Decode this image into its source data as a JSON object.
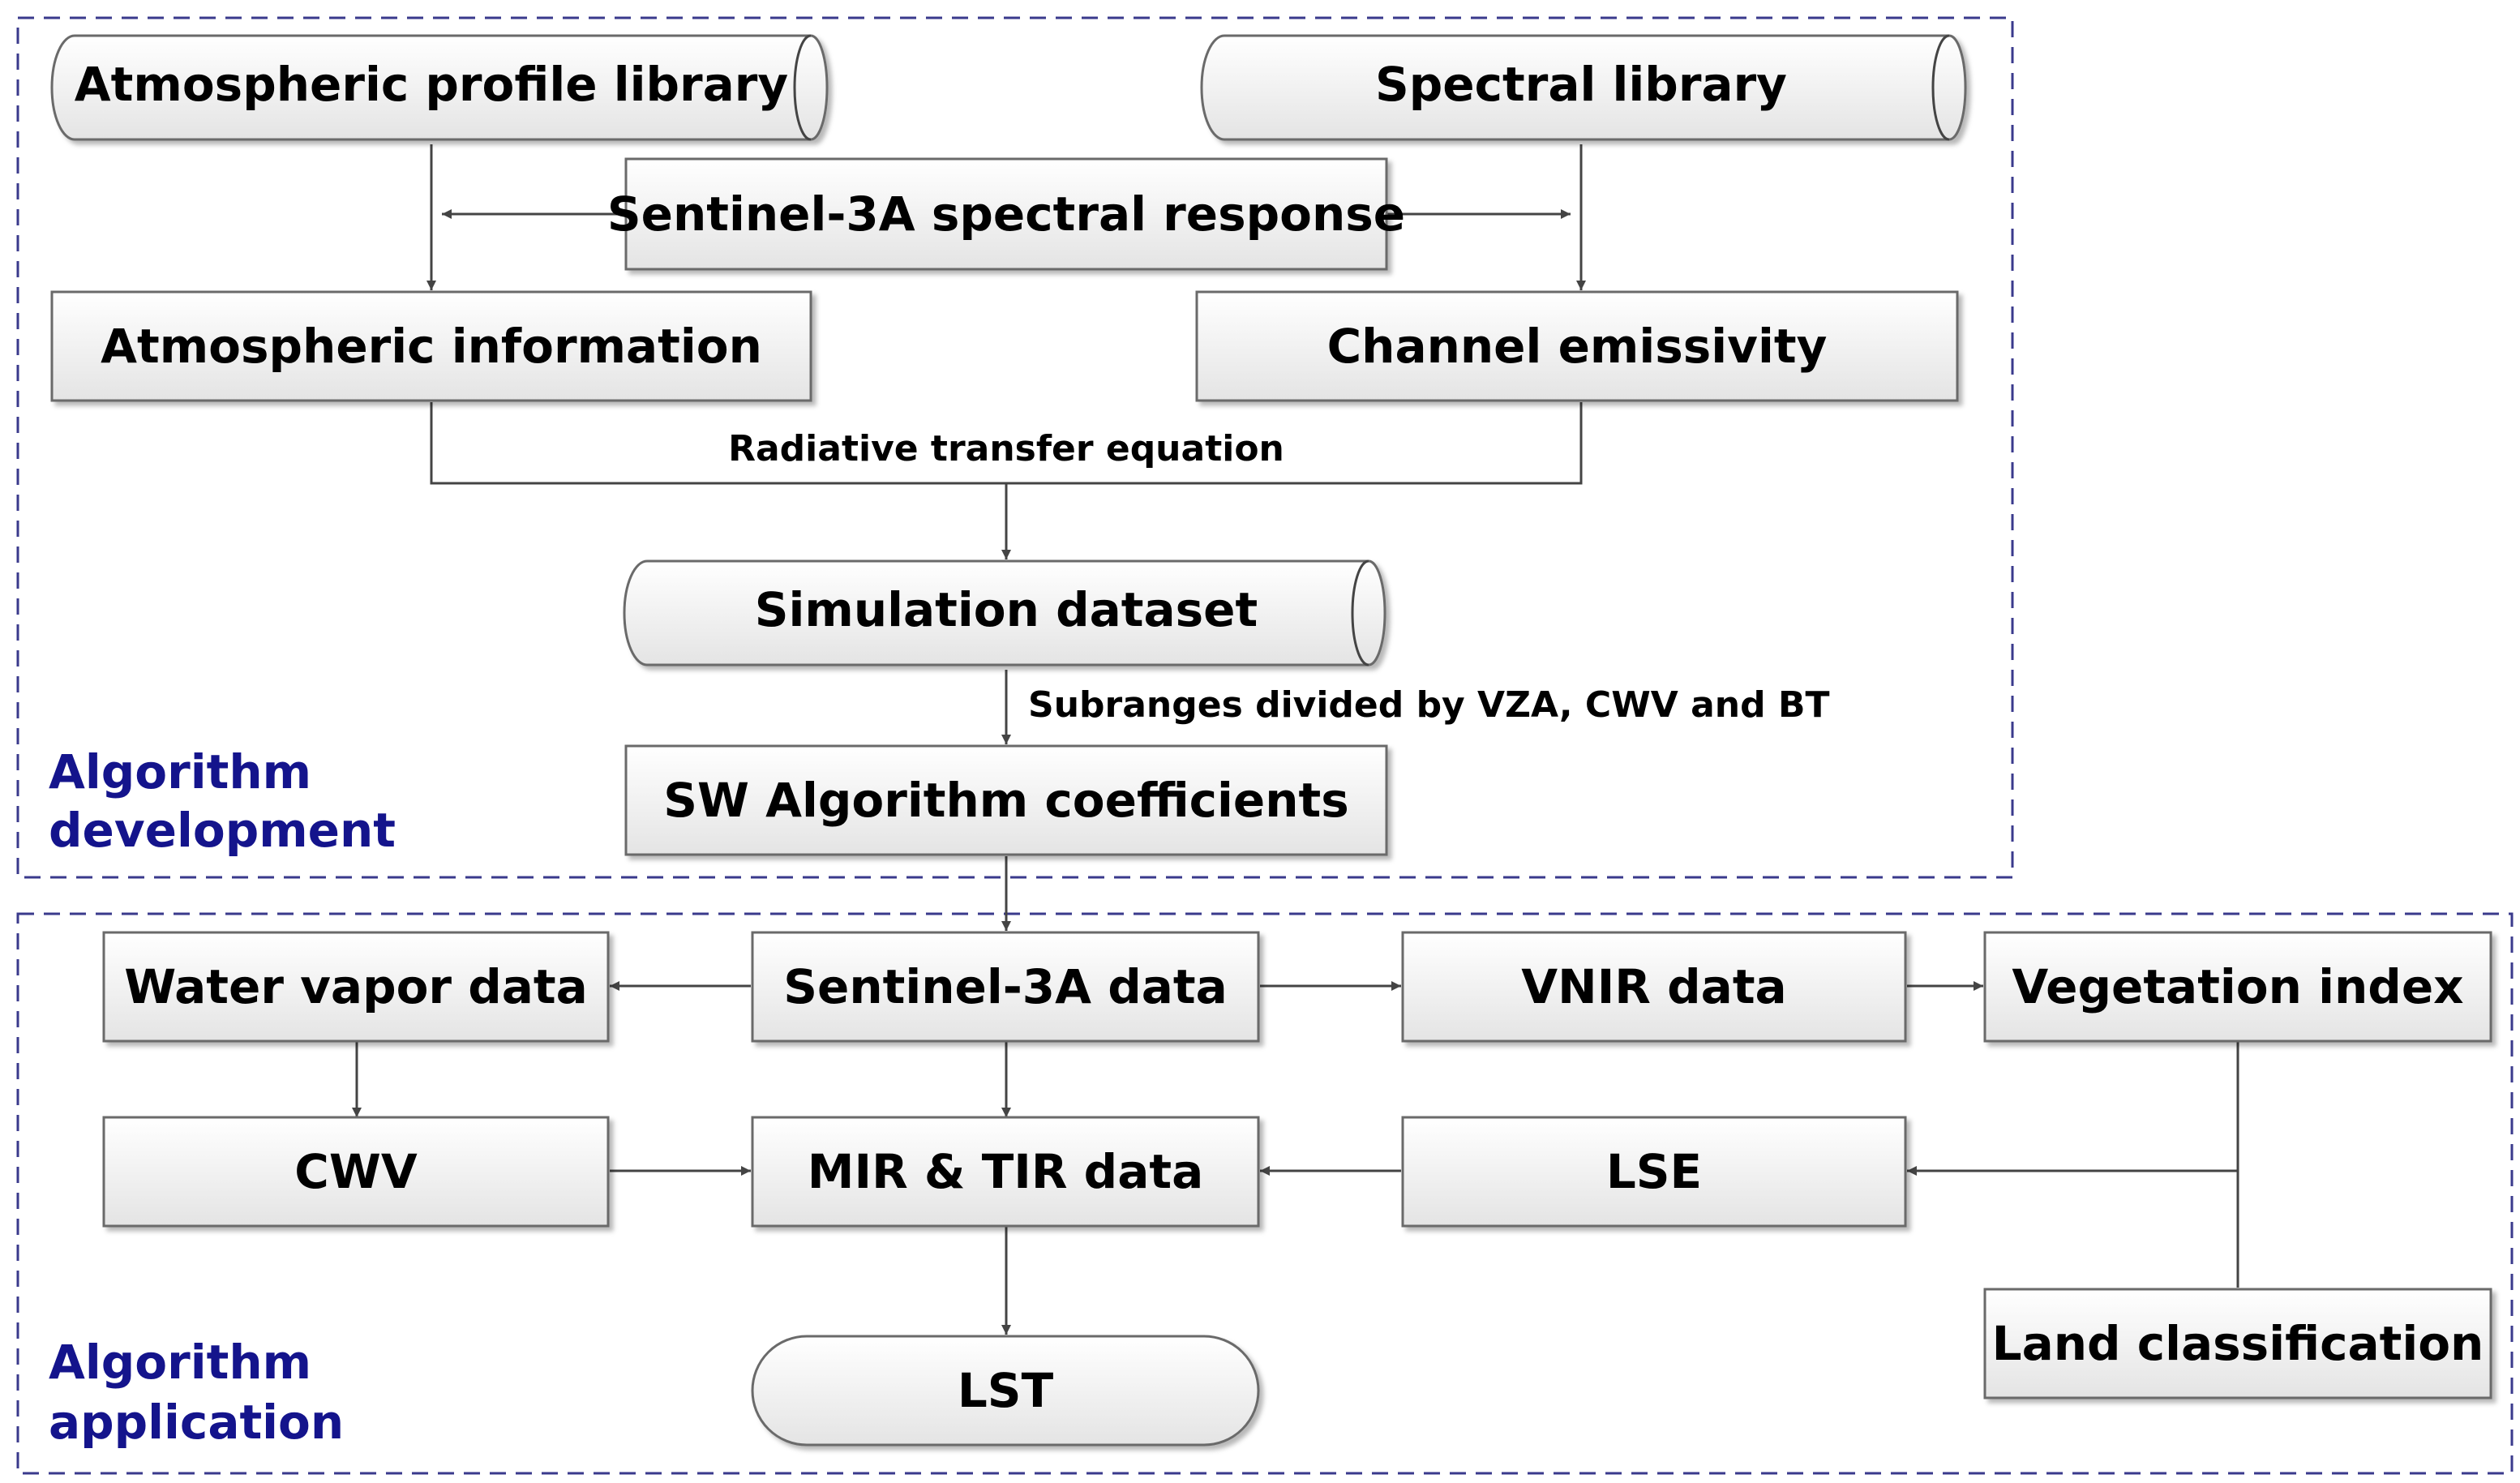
{
  "regions": {
    "development": {
      "line1": "Algorithm",
      "line2": "development"
    },
    "application": {
      "line1": "Algorithm",
      "line2": "application"
    }
  },
  "nodes": {
    "atmospheric_profile_library": "Atmospheric profile library",
    "spectral_library": "Spectral library",
    "sentinel_spectral_response": "Sentinel-3A spectral response",
    "atmospheric_information": "Atmospheric information",
    "channel_emissivity": "Channel emissivity",
    "simulation_dataset": "Simulation dataset",
    "sw_algorithm_coefficients": "SW Algorithm coefficients",
    "water_vapor_data": "Water vapor data",
    "sentinel_data": "Sentinel-3A data",
    "vnir_data": "VNIR data",
    "vegetation_index": "Vegetation index",
    "cwv": "CWV",
    "mir_tir_data": "MIR & TIR data",
    "lse": "LSE",
    "land_classification": "Land classification",
    "lst": "LST"
  },
  "edge_labels": {
    "radiative_transfer": "Radiative transfer equation",
    "subranges": "Subranges divided by VZA, CWV and BT"
  }
}
